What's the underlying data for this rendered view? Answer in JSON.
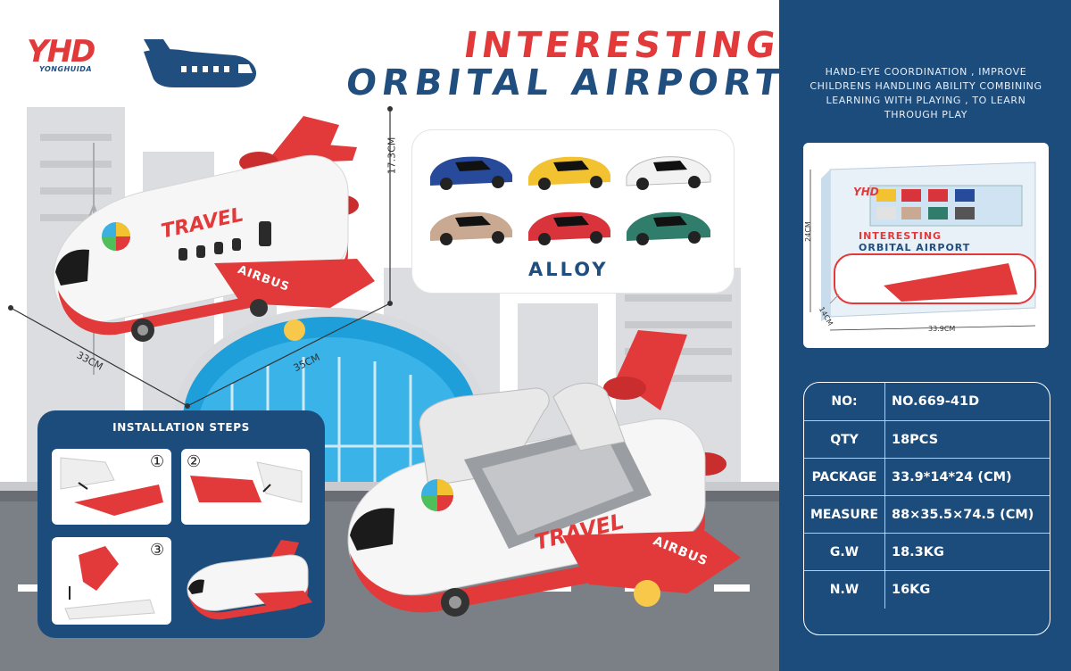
{
  "brand": {
    "logo": "YHD",
    "sub": "YONGHUIDA"
  },
  "title": {
    "line1": "INTERESTING",
    "line2": "ORBITAL AIRPORT"
  },
  "dimensions": {
    "height": "17.3CM",
    "length": "33CM",
    "width": "35CM"
  },
  "alloy": {
    "label": "ALLOY"
  },
  "installation": {
    "title": "INSTALLATION STEPS",
    "steps": [
      "①",
      "②",
      "③"
    ]
  },
  "plane_text": {
    "travel": "TRAVEL",
    "airbus": "AIRBUS"
  },
  "panel": {
    "description": "HAND-EYE COORDINATION , IMPROVE CHILDRENS HANDLING ABILITY COMBINING LEARNING WITH PLAYING , TO LEARN THROUGH PLAY",
    "box": {
      "height": "24CM",
      "depth": "14CM",
      "width": "33.9CM",
      "pkg_title_1": "INTERESTING",
      "pkg_title_2": "ORBITAL AIRPORT"
    }
  },
  "specs": [
    {
      "key": "NO:",
      "value": "NO.669-41D"
    },
    {
      "key": "QTY",
      "value": "18PCS"
    },
    {
      "key": "PACKAGE",
      "value": "33.9*14*24 (CM)"
    },
    {
      "key": "MEASURE",
      "value": "88×35.5×74.5 (CM)"
    },
    {
      "key": "G.W",
      "value": "18.3KG"
    },
    {
      "key": "N.W",
      "value": "16KG"
    }
  ],
  "colors": {
    "brand_red": "#e23a3a",
    "brand_blue": "#1f4e7f",
    "panel_blue": "#1c4c7c"
  }
}
